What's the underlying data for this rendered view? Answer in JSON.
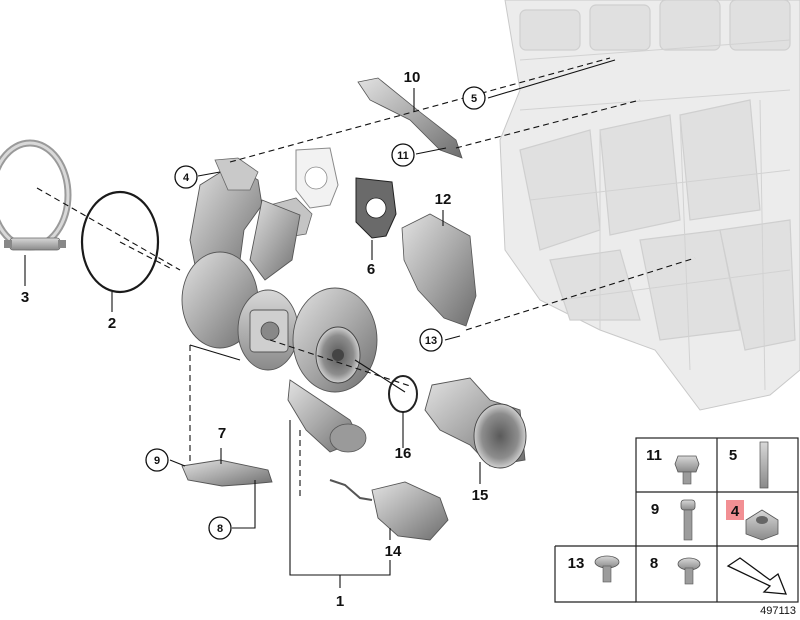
{
  "diagram_number": "497113",
  "callouts": {
    "c1": "1",
    "c2": "2",
    "c3": "3",
    "c4": "4",
    "c5": "5",
    "c6": "6",
    "c7": "7",
    "c8": "8",
    "c9": "9",
    "c10": "10",
    "c11": "11",
    "c12": "12",
    "c13": "13",
    "c14": "14",
    "c15": "15",
    "c16": "16"
  },
  "legend": {
    "r1c1": "11",
    "r1c2": "5",
    "r2c1": "9",
    "r2c2": "4",
    "r3c1": "13",
    "r3c2": "8"
  },
  "colors": {
    "line": "#111111",
    "part_metal": "#b9b9b9",
    "part_shadow": "#7c7c7c",
    "engine_block": "#e6e6e6",
    "highlight": "#e8333a"
  }
}
